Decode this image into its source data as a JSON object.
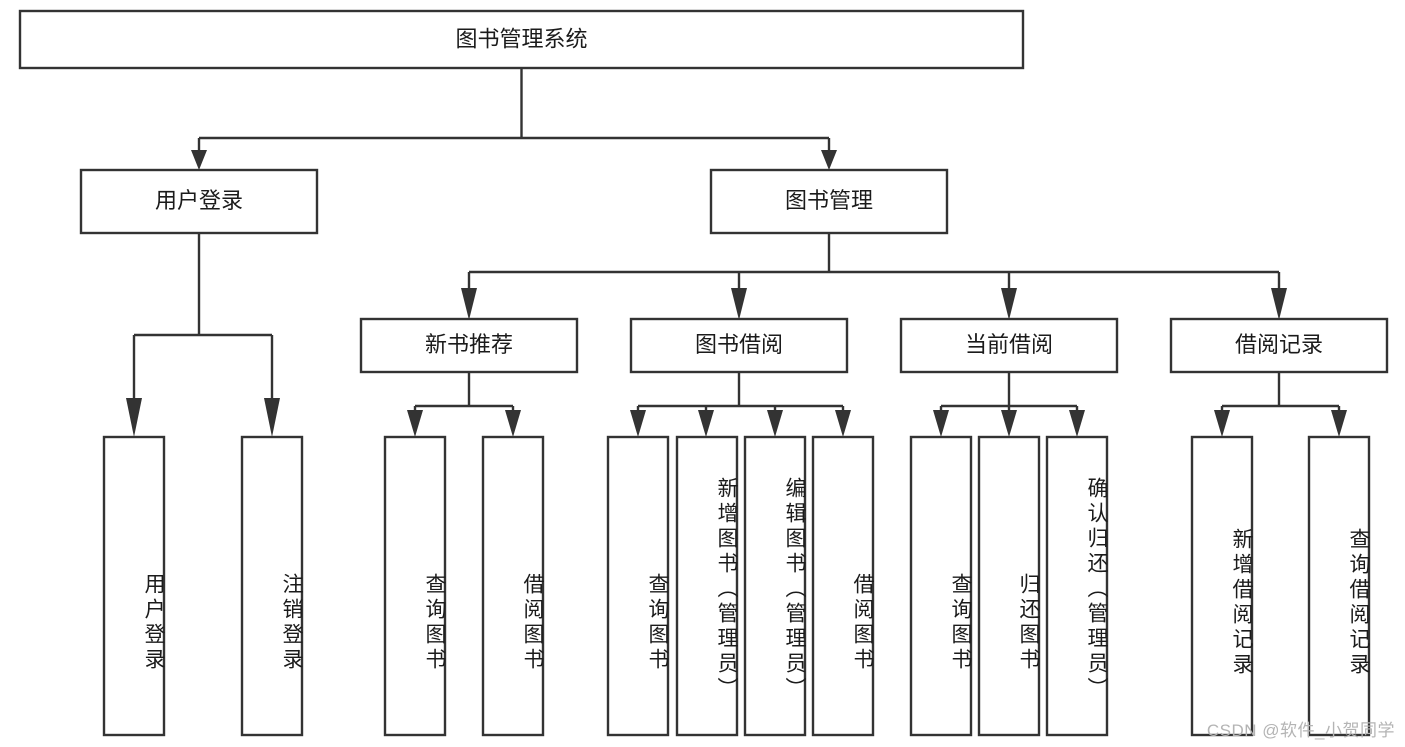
{
  "diagram": {
    "type": "tree-hierarchy-flowchart",
    "title": "图书管理系统",
    "watermark": "CSDN @软件_小贺同学",
    "colors": {
      "stroke": "#333333",
      "fill": "#ffffff",
      "text": "#1b1b1b",
      "watermark": "#b4b4b4",
      "background": "#ffffff"
    },
    "root": {
      "label": "图书管理系统",
      "orientation": "horizontal"
    },
    "level2": [
      {
        "id": "user-login",
        "label": "用户登录",
        "orientation": "horizontal"
      },
      {
        "id": "book-management",
        "label": "图书管理",
        "orientation": "horizontal"
      }
    ],
    "level3": [
      {
        "id": "new-book-recommend",
        "label": "新书推荐",
        "orientation": "horizontal",
        "parent": "book-management"
      },
      {
        "id": "book-borrow",
        "label": "图书借阅",
        "orientation": "horizontal",
        "parent": "book-management"
      },
      {
        "id": "current-borrow",
        "label": "当前借阅",
        "orientation": "horizontal",
        "parent": "book-management"
      },
      {
        "id": "borrow-record",
        "label": "借阅记录",
        "orientation": "horizontal",
        "parent": "book-management"
      }
    ],
    "leaves": [
      {
        "id": "leaf-user-login",
        "label": "用户登录",
        "parent": "user-login",
        "orientation": "vertical"
      },
      {
        "id": "leaf-user-logout",
        "label": "注销登录",
        "parent": "user-login",
        "orientation": "vertical"
      },
      {
        "id": "leaf-query-book-1",
        "label": "查询图书",
        "parent": "new-book-recommend",
        "orientation": "vertical"
      },
      {
        "id": "leaf-borrow-book-1",
        "label": "借阅图书",
        "parent": "new-book-recommend",
        "orientation": "vertical"
      },
      {
        "id": "leaf-query-book-2",
        "label": "查询图书",
        "parent": "book-borrow",
        "orientation": "vertical"
      },
      {
        "id": "leaf-add-book",
        "label": "新增图书（管理员）",
        "parent": "book-borrow",
        "orientation": "vertical"
      },
      {
        "id": "leaf-edit-book",
        "label": "编辑图书（管理员）",
        "parent": "book-borrow",
        "orientation": "vertical"
      },
      {
        "id": "leaf-borrow-book-2",
        "label": "借阅图书",
        "parent": "book-borrow",
        "orientation": "vertical"
      },
      {
        "id": "leaf-query-book-3",
        "label": "查询图书",
        "parent": "current-borrow",
        "orientation": "vertical"
      },
      {
        "id": "leaf-return-book",
        "label": "归还图书",
        "parent": "current-borrow",
        "orientation": "vertical"
      },
      {
        "id": "leaf-confirm-return",
        "label": "确认归还（管理员）",
        "parent": "current-borrow",
        "orientation": "vertical"
      },
      {
        "id": "leaf-add-record",
        "label": "新增借阅记录",
        "parent": "borrow-record",
        "orientation": "vertical"
      },
      {
        "id": "leaf-query-record",
        "label": "查询借阅记录",
        "parent": "borrow-record",
        "orientation": "vertical"
      }
    ]
  }
}
